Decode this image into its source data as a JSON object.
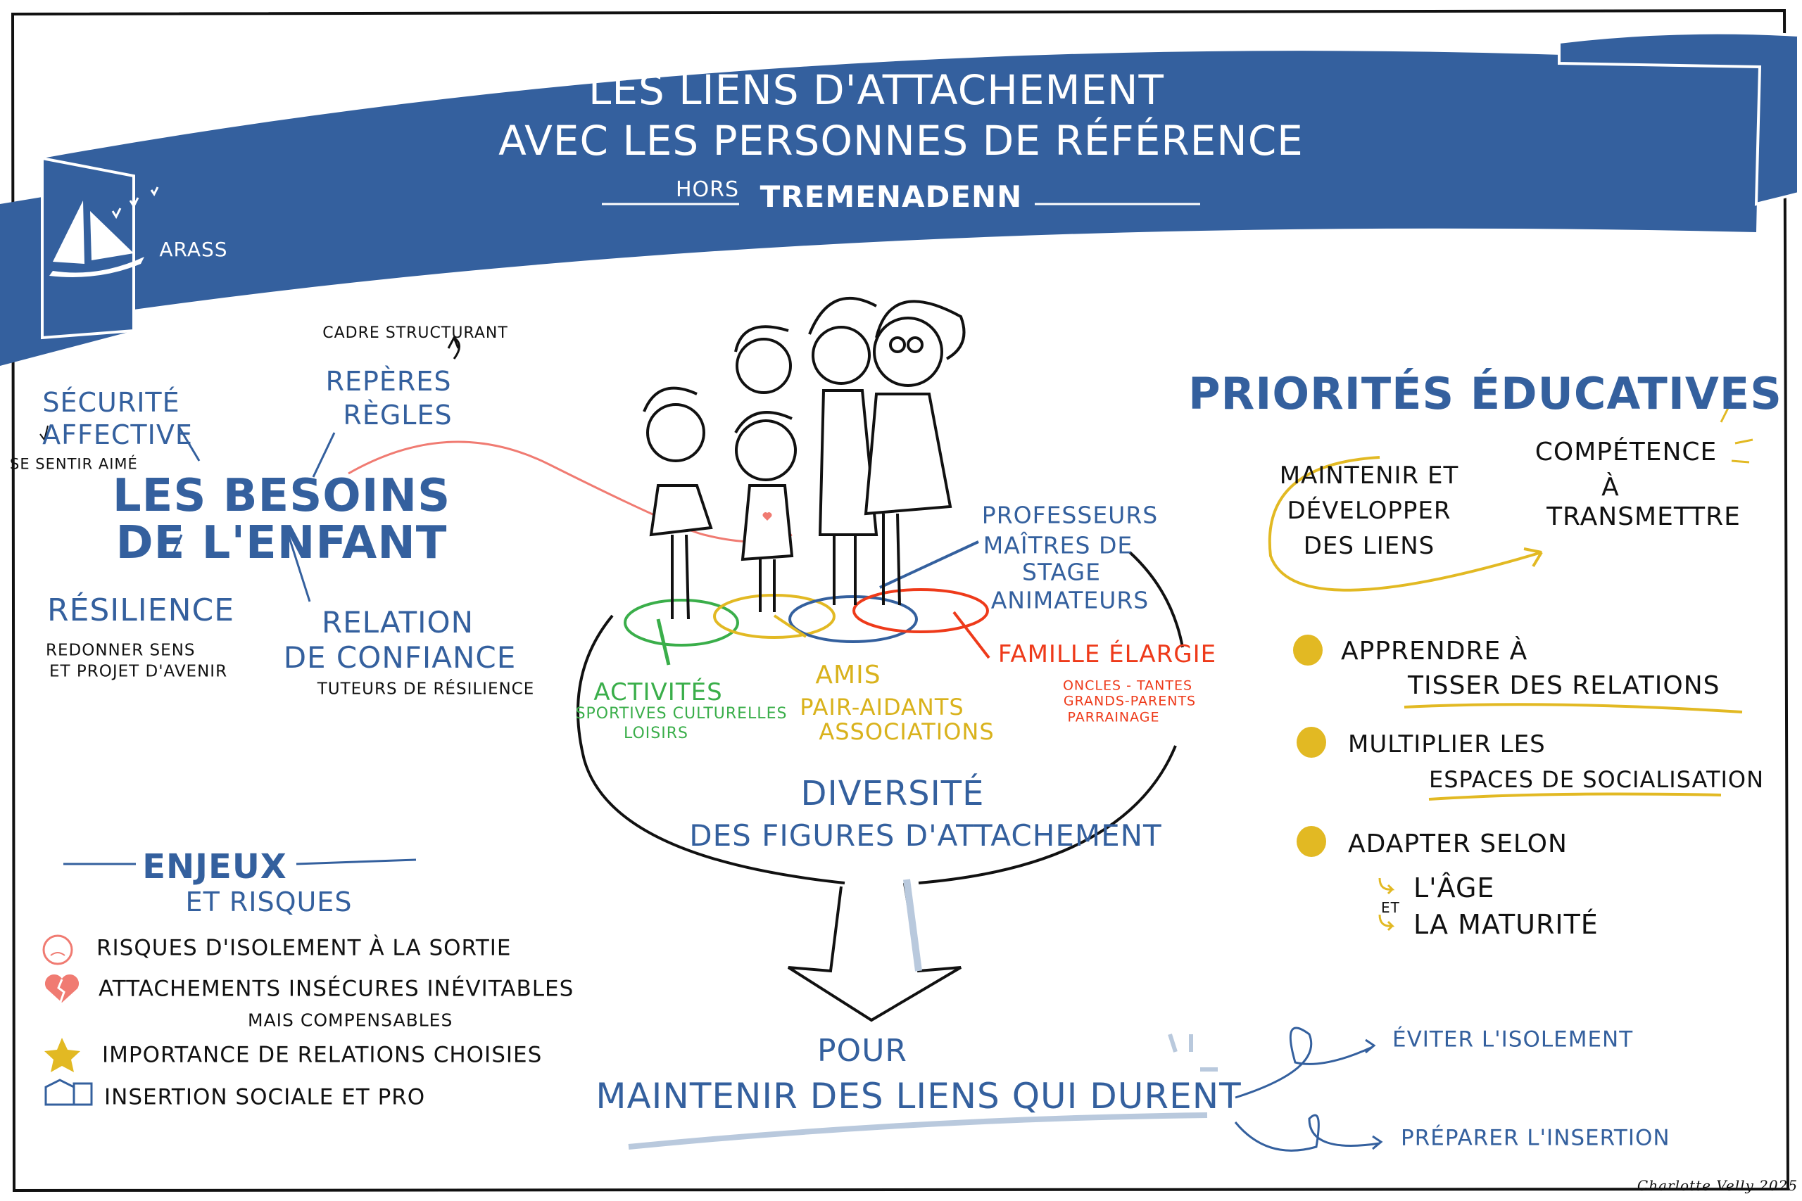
{
  "colors": {
    "blue": "#34609e",
    "yellow": "#e2b923",
    "green": "#3aae4a",
    "red": "#ee3a1a",
    "pink": "#f07b72"
  },
  "header": {
    "title_line1": "Les liens d'attachement",
    "title_line2": "avec les personnes de référence",
    "hors": "Hors",
    "place": "Tremenadenn",
    "logo": "ARASS"
  },
  "besoins": {
    "title1": "Les besoins",
    "title2": "de l'enfant",
    "cadre": "Cadre structurant",
    "reperes": "Repères",
    "regles": "Règles",
    "securite": "Sécurité",
    "affective": "affective",
    "sentir": "Se sentir aimé",
    "resilience": "Résilience",
    "redonner": "Redonner sens",
    "projet": "et projet d'avenir",
    "relation": "Relation",
    "confiance": "de confiance",
    "tuteurs": "Tuteurs de résilience"
  },
  "enjeux": {
    "title": "Enjeux",
    "subtitle": "et risques",
    "items": [
      {
        "icon": "sad-face-icon",
        "text": "Risques d'isolement à la sortie"
      },
      {
        "icon": "broken-heart-icon",
        "text": "Attachements insécures inévitables",
        "sub": "mais compensables"
      },
      {
        "icon": "star-icon",
        "text": "Importance de relations choisies"
      },
      {
        "icon": "buildings-icon",
        "text": "Insertion sociale et pro"
      }
    ]
  },
  "figures": {
    "activites": "Activités",
    "activites_sub1": "sportives culturelles",
    "activites_sub2": "loisirs",
    "amis": "Amis",
    "amis_sub1": "pair-aidants",
    "amis_sub2": "associations",
    "pro1": "Professeurs",
    "pro2": "maîtres de",
    "pro3": "stage",
    "pro4": "animateurs",
    "famille": "Famille élargie",
    "famille_sub1": "oncles - tantes",
    "famille_sub2": "grands-parents",
    "famille_sub3": "parrainage",
    "diversite1": "Diversité",
    "diversite2": "des figures d'attachement"
  },
  "bottom": {
    "pour": "Pour",
    "maintenir": "Maintenir des liens qui durent",
    "eviter": "Éviter l'isolement",
    "preparer": "Préparer l'insertion"
  },
  "priorites": {
    "title": "Priorités éducatives",
    "maintenir1": "Maintenir et",
    "maintenir2": "développer",
    "maintenir3": "des liens",
    "competence1": "Compétence",
    "competence2": "à",
    "competence3": "transmettre",
    "item1a": "Apprendre à",
    "item1b": "tisser des relations",
    "item2a": "Multiplier les",
    "item2b": "espaces de socialisation",
    "item3a": "Adapter selon",
    "item3b": "l'âge",
    "item3et": "et",
    "item3c": "la maturité"
  },
  "signature": "Charlotte Velly 2025"
}
